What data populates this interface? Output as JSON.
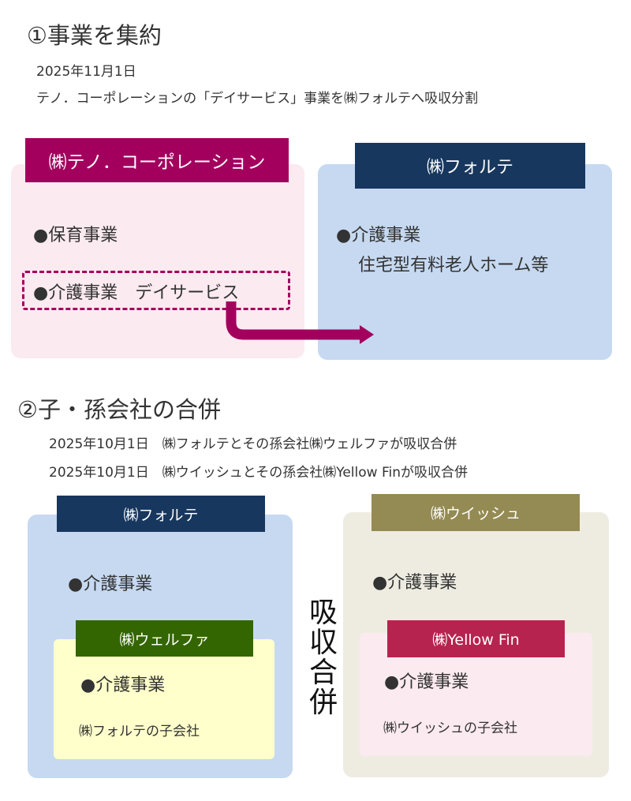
{
  "section1": {
    "title": "①事業を集約",
    "date": "2025年11月1日",
    "description": "テノ．コーポレーションの「デイサービス」事業を㈱フォルテへ吸収分割",
    "left_company": {
      "label": "㈱テノ．コーポレーション",
      "label_color": "#a3005e",
      "panel_color": "#fbeaf0",
      "items": [
        "●保育事業",
        "●介護事業　デイサービス"
      ]
    },
    "right_company": {
      "label": "㈱フォルテ",
      "label_color": "#17375e",
      "panel_color": "#c6d9f1",
      "items": [
        "●介護事業",
        "住宅型有料老人ホーム等"
      ]
    },
    "arrow": {
      "icon": "curved-arrow-right-icon",
      "color": "#a3005e"
    }
  },
  "section2": {
    "title": "②子・孫会社の合併",
    "lines": [
      "2025年10月1日　㈱フォルテとその孫会社㈱ウェルファが吸収合併",
      "2025年10月1日　㈱ウイッシュとその孫会社㈱Yellow Finが吸収合併"
    ],
    "merge_label": [
      "吸",
      "収",
      "合",
      "併"
    ],
    "left_group": {
      "parent": {
        "label": "㈱フォルテ",
        "label_color": "#17375e",
        "panel_color": "#c6d9f1",
        "item": "●介護事業"
      },
      "child": {
        "label": "㈱ウェルファ",
        "label_color": "#336600",
        "panel_color": "#ffffcc",
        "item": "●介護事業",
        "note": "㈱フォルテの子会社"
      }
    },
    "right_group": {
      "parent": {
        "label": "㈱ウイッシュ",
        "label_color": "#948a54",
        "panel_color": "#eeece1",
        "item": "●介護事業"
      },
      "child": {
        "label": "㈱Yellow Fin",
        "label_color": "#b7234f",
        "panel_color": "#fbeaf0",
        "item": "●介護事業",
        "note": "㈱ウイッシュの子会社"
      }
    }
  }
}
